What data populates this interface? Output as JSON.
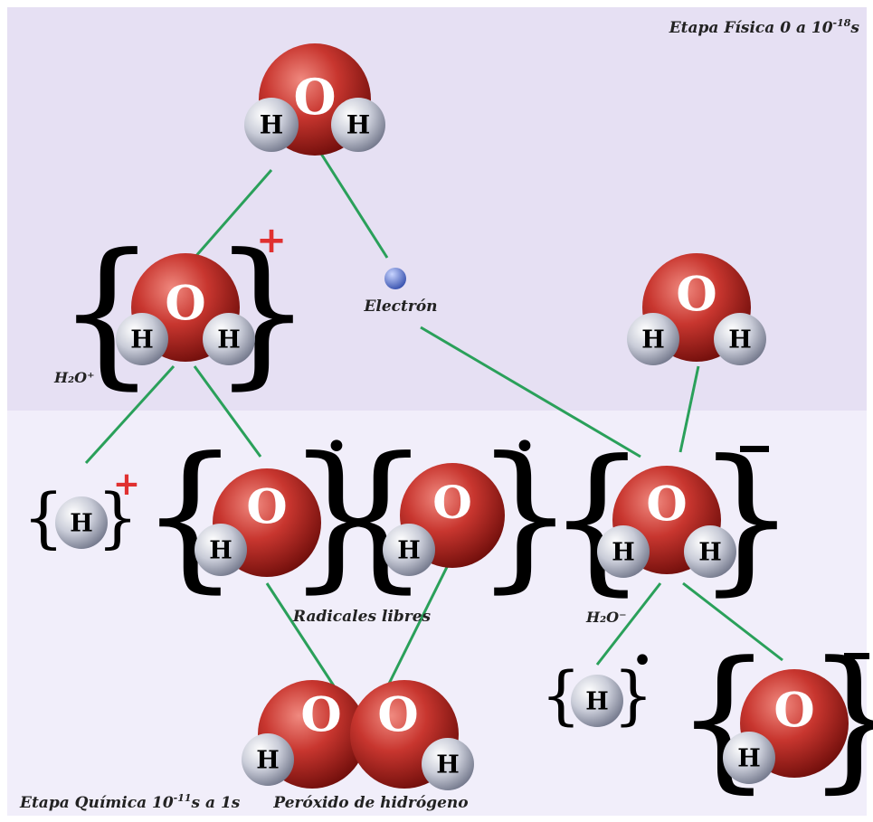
{
  "stage_physical": {
    "prefix": "Etapa Física 0 a 10",
    "exp": "-18",
    "suffix": "s"
  },
  "stage_chemical": {
    "prefix": "Etapa Química 10",
    "exp": "-11",
    "suffix": "s a 1s"
  },
  "labels": {
    "electron": "Electrón",
    "h2o_plus": "H₂O⁺",
    "h2o_minus": "H₂O⁻",
    "free_radicals": "Radicales libres",
    "hydrogen_peroxide": "Peróxido de hidrógeno"
  },
  "atoms": {
    "oxygen": "O",
    "hydrogen": "H"
  },
  "charges": {
    "plus": "+",
    "minus": "−",
    "radical": "•"
  },
  "colors": {
    "top_bg": "#e6e0f3",
    "bottom_bg": "#f1eefa",
    "bond": "#2aa05a",
    "plus": "#e03030",
    "electron": "#4a6ad0"
  }
}
